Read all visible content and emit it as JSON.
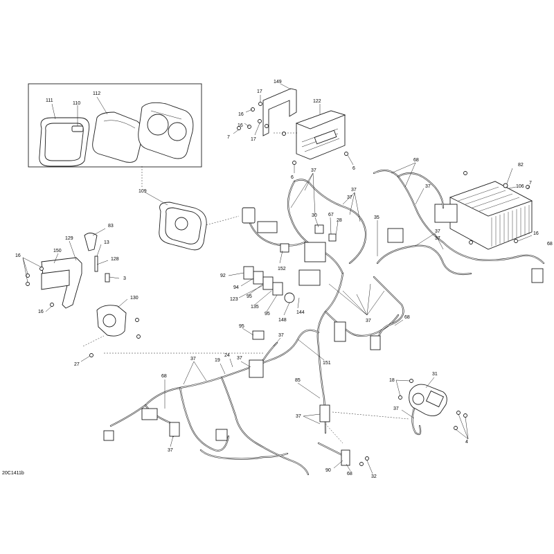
{
  "reference_code": "20C1411b",
  "callouts": {
    "c111": "111",
    "c110": "110",
    "c112": "112",
    "c109": "109",
    "c149": "149",
    "c122": "122",
    "c17a": "17",
    "c17b": "17",
    "c16a": "16",
    "c16b": "16",
    "c7a": "7",
    "c6a": "6",
    "c6b": "6",
    "c37a": "37",
    "c37b": "37",
    "c37c": "37",
    "c68a": "68",
    "c37d": "37",
    "c82": "82",
    "c7b": "7",
    "c106": "106",
    "c30": "30",
    "c67": "67",
    "c28": "28",
    "c35": "35",
    "c37e": "37",
    "c37f": "37",
    "c16c": "16",
    "c68b": "68",
    "c83": "83",
    "c13": "13",
    "c129": "129",
    "c150": "150",
    "c16d": "16",
    "c128": "128",
    "c3": "3",
    "c130": "130",
    "c16e": "16",
    "c27": "27",
    "c92": "92",
    "c94": "94",
    "c123": "123",
    "c95a": "95",
    "c135": "135",
    "c95b": "95",
    "c152": "152",
    "c148": "148",
    "c144": "144",
    "c37g": "37",
    "c68c": "68",
    "c95c": "95",
    "c37h": "37",
    "c151": "151",
    "c37i": "37",
    "c19": "19",
    "c24": "24",
    "c37j": "37",
    "c68d": "68",
    "c37k": "37",
    "c85": "85",
    "c37l": "37",
    "c90": "90",
    "c68e": "68",
    "c32": "32",
    "c18": "18",
    "c31": "31",
    "c37m": "37",
    "c4": "4"
  }
}
